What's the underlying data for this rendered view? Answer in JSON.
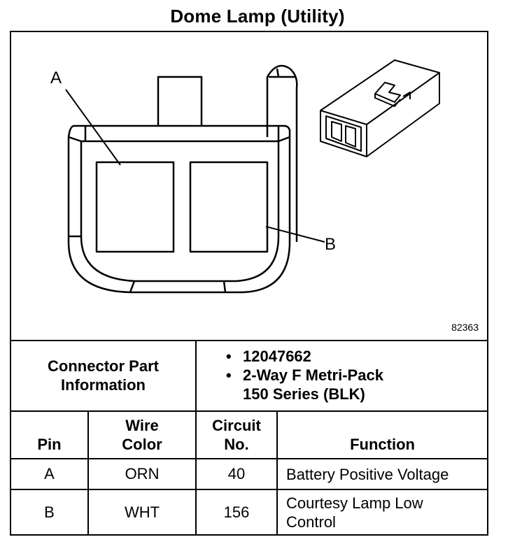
{
  "title": "Dome Lamp (Utility)",
  "diagram": {
    "callout_a": "A",
    "callout_b": "B",
    "reference_id": "82363"
  },
  "connector_info": {
    "label_line1": "Connector Part",
    "label_line2": "Information",
    "items": [
      {
        "line1": "12047662",
        "line2": ""
      },
      {
        "line1": "2-Way F Metri-Pack",
        "line2": "150 Series (BLK)"
      }
    ]
  },
  "pin_table": {
    "headers": {
      "pin": "Pin",
      "wire_color_line1": "Wire",
      "wire_color_line2": "Color",
      "circuit_line1": "Circuit",
      "circuit_line2": "No.",
      "function": "Function"
    },
    "rows": [
      {
        "pin": "A",
        "wire_color": "ORN",
        "circuit": "40",
        "function_line1": "Battery Positive Voltage",
        "function_line2": ""
      },
      {
        "pin": "B",
        "wire_color": "WHT",
        "circuit": "156",
        "function_line1": "Courtesy Lamp Low",
        "function_line2": "Control"
      }
    ]
  }
}
